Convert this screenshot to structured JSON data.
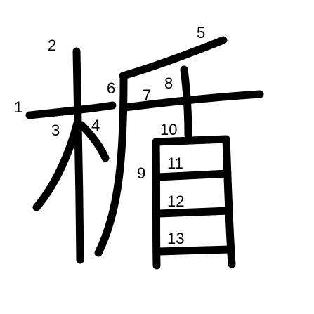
{
  "stroke_order": {
    "numbers": [
      "1",
      "2",
      "3",
      "4",
      "5",
      "6",
      "7",
      "8",
      "9",
      "10",
      "11",
      "12",
      "13"
    ],
    "stroke_color": "#000000",
    "background_color": "#ffffff"
  }
}
